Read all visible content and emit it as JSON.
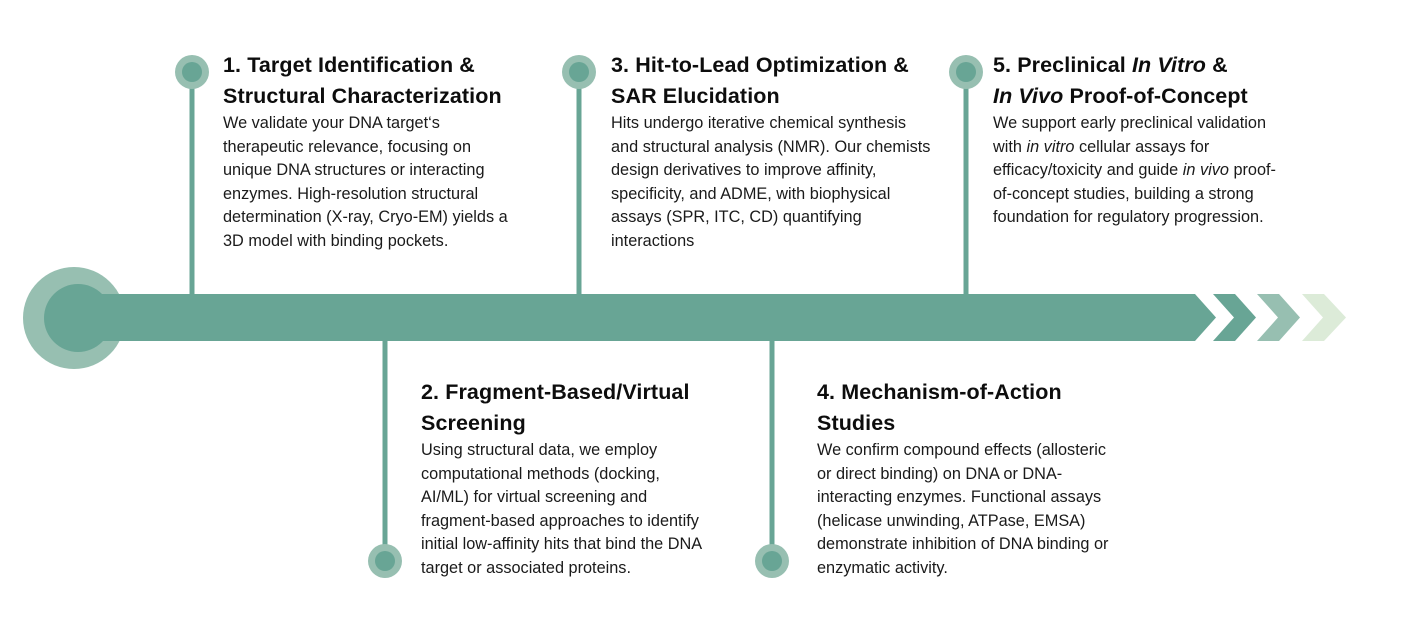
{
  "colors": {
    "bar": "#68a595",
    "outer_circle": "#97bfb1",
    "inner_circle": "#68a595",
    "chevron_1": "#68a595",
    "chevron_2": "#97bfb1",
    "chevron_3": "#dcebd8"
  },
  "steps": [
    {
      "number": "1.",
      "title_parts": [
        "Target Identification &",
        "Structural Characterization"
      ],
      "body": "We validate your DNA target‘s therapeutic relevance, focusing on unique DNA structures or interacting enzymes. High-resolution structural determination (X-ray, Cryo-EM) yields a 3D model with binding pockets."
    },
    {
      "number": "2.",
      "title_parts": [
        "Fragment-Based/Virtual",
        "Screening"
      ],
      "body": "Using structural data, we employ computational methods (docking, AI/ML) for virtual screening and fragment-based approaches to identify initial low-affinity hits that bind the DNA target or associated proteins."
    },
    {
      "number": "3.",
      "title_parts": [
        "Hit-to-Lead Optimization &",
        "SAR Elucidation"
      ],
      "body": "Hits undergo iterative chemical synthesis and structural analysis (NMR). Our chemists design derivatives to improve affinity, specificity, and ADME, with biophysical assays (SPR, ITC, CD) quantifying interactions"
    },
    {
      "number": "4.",
      "title_parts": [
        "Mechanism-of-Action",
        "Studies"
      ],
      "body": "We confirm compound effects (allosteric or direct binding) on DNA or DNA-interacting enzymes. Functional assays (helicase unwinding, ATPase, EMSA) demonstrate inhibition of DNA binding or enzymatic activity."
    },
    {
      "number": "5.",
      "title_line1_prefix": "Preclinical ",
      "title_line1_italic": "In Vitro",
      "title_line1_suffix": " &",
      "title_line2_italic": "In Vivo",
      "title_line2_suffix": " Proof-of-Concept",
      "body_1": "We support early preclinical validation with ",
      "body_italic_1": "in vitro",
      "body_2": " cellular assays for efficacy/toxicity and guide ",
      "body_italic_2": "in vivo",
      "body_3": " proof-of-concept studies, building a strong foundation for regulatory progression."
    }
  ]
}
